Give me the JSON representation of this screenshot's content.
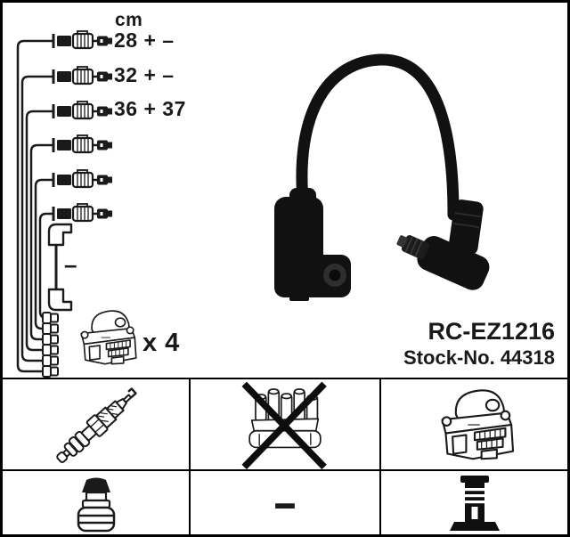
{
  "product": {
    "part_number": "RC-EZ1216",
    "stock_number": "Stock-No. 44318"
  },
  "header": {
    "unit_label": "cm"
  },
  "measurements": {
    "rows": [
      {
        "length_label": "28 + –"
      },
      {
        "length_label": "32 + –"
      },
      {
        "length_label": "36 + 37"
      }
    ],
    "coil_wire_length_label": "–",
    "quantity_label": "x 4"
  },
  "legend": {
    "dash_label": "–"
  },
  "icons": {
    "spark_plug": "spark-plug-icon",
    "distributor_cap_crossed": "distributor-cap-crossed-icon",
    "ignition_coil": "ignition-coil-icon",
    "terminal_nut": "terminal-nut-icon",
    "dash": "–",
    "stud_terminal": "stud-terminal-icon"
  },
  "colors": {
    "ink": "#1a1a1a",
    "paper": "#ffffff",
    "border": "#000000"
  }
}
